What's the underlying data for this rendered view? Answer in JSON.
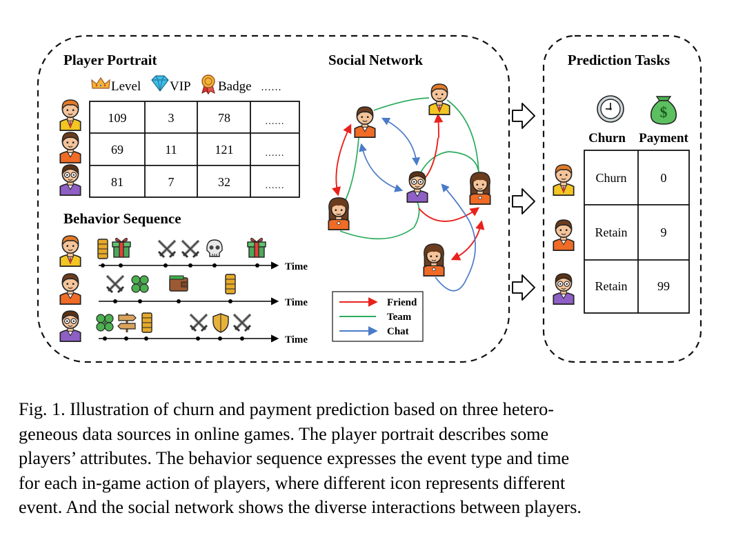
{
  "diagram": {
    "player_portrait": {
      "title": "Player Portrait",
      "attributes": [
        "Level",
        "VIP",
        "Badge",
        "……"
      ],
      "attribute_icons": [
        "crown-icon",
        "diamond-icon",
        "badge-medal-icon"
      ],
      "rows": [
        [
          "109",
          "3",
          "78",
          "……"
        ],
        [
          "69",
          "11",
          "121",
          "……"
        ],
        [
          "81",
          "7",
          "32",
          "……"
        ]
      ]
    },
    "behavior_sequence": {
      "title": "Behavior Sequence",
      "axis_label": "Time",
      "sequences": [
        [
          "coins-icon",
          "gift-icon",
          "crossed-swords-icon",
          "crossed-swords-icon",
          "skull-icon",
          "gift-icon"
        ],
        [
          "crossed-swords-icon",
          "clover-icon",
          "wallet-icon",
          "coins-icon"
        ],
        [
          "clover-icon",
          "signpost-icon",
          "coins-icon",
          "crossed-swords-icon",
          "shield-icon",
          "crossed-swords-icon"
        ]
      ]
    },
    "social_network": {
      "title": "Social Network",
      "legend": [
        {
          "label": "Friend",
          "color": "#e8211c"
        },
        {
          "label": "Team",
          "color": "#2bab5c"
        },
        {
          "label": "Chat",
          "color": "#4a7bc8"
        }
      ]
    },
    "prediction_tasks": {
      "title": "Prediction Tasks",
      "columns": [
        "Churn",
        "Payment"
      ],
      "column_icons": [
        "clock-icon",
        "money-bag-icon"
      ],
      "rows": [
        [
          "Churn",
          "0"
        ],
        [
          "Retain",
          "9"
        ],
        [
          "Retain",
          "99"
        ]
      ]
    }
  },
  "caption": {
    "lines": [
      "Fig. 1.  Illustration of churn and payment prediction based on three hetero-",
      "geneous data sources in online games. The player portrait describes some",
      "players’ attributes. The behavior sequence expresses the event type and time",
      "for each in-game action of players, where different icon represents different",
      "event. And the social network shows the diverse interactions between players."
    ]
  }
}
